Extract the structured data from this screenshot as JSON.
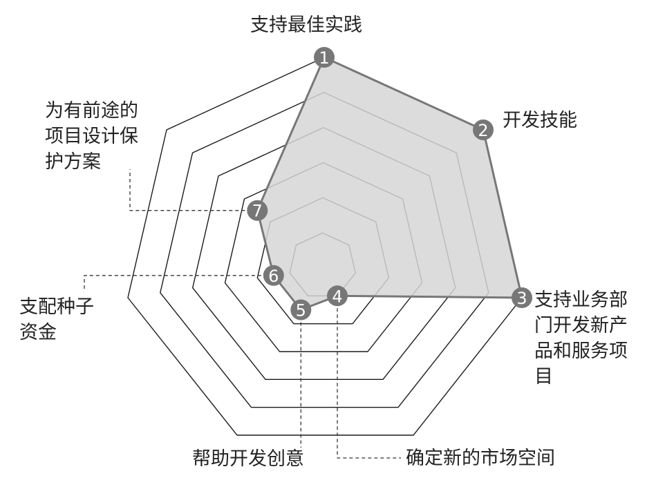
{
  "colors": {
    "ring_stroke": "#1a1a1a",
    "fill": "#d6d6d6",
    "polygon_stroke": "#777777",
    "badge": "#777777",
    "badge_text": "#ffffff",
    "leader": "#333333",
    "text": "#222222"
  },
  "chart_data": {
    "type": "radar",
    "ring_count": 6,
    "axes": [
      {
        "id": 1,
        "label": "支持最佳实践",
        "value": 6.0
      },
      {
        "id": 2,
        "label": "开发技能",
        "value": 6.0
      },
      {
        "id": 3,
        "label": "支持业务部门开发新产品和服务项目",
        "value": 6.0
      },
      {
        "id": 4,
        "label": "确定新的市场空间",
        "value": 1.0
      },
      {
        "id": 5,
        "label": "帮助开发创意",
        "value": 1.5
      },
      {
        "id": 6,
        "label": "支配种子资金",
        "value": 1.5
      },
      {
        "id": 7,
        "label": "为有前途的项目设计保护方案",
        "value": 2.5
      }
    ]
  },
  "labels": {
    "top": "支持最佳实践",
    "skills": "开发技能",
    "business_lines": [
      "支持业务部",
      "门开发新产",
      "品和服务项",
      "目"
    ],
    "market": "确定新的市场空间",
    "ideas": "帮助开发创意",
    "seed_lines": [
      "支配种子",
      "资金"
    ],
    "protect_lines": [
      "为有前途的",
      "项目设计保",
      "护方案"
    ]
  }
}
